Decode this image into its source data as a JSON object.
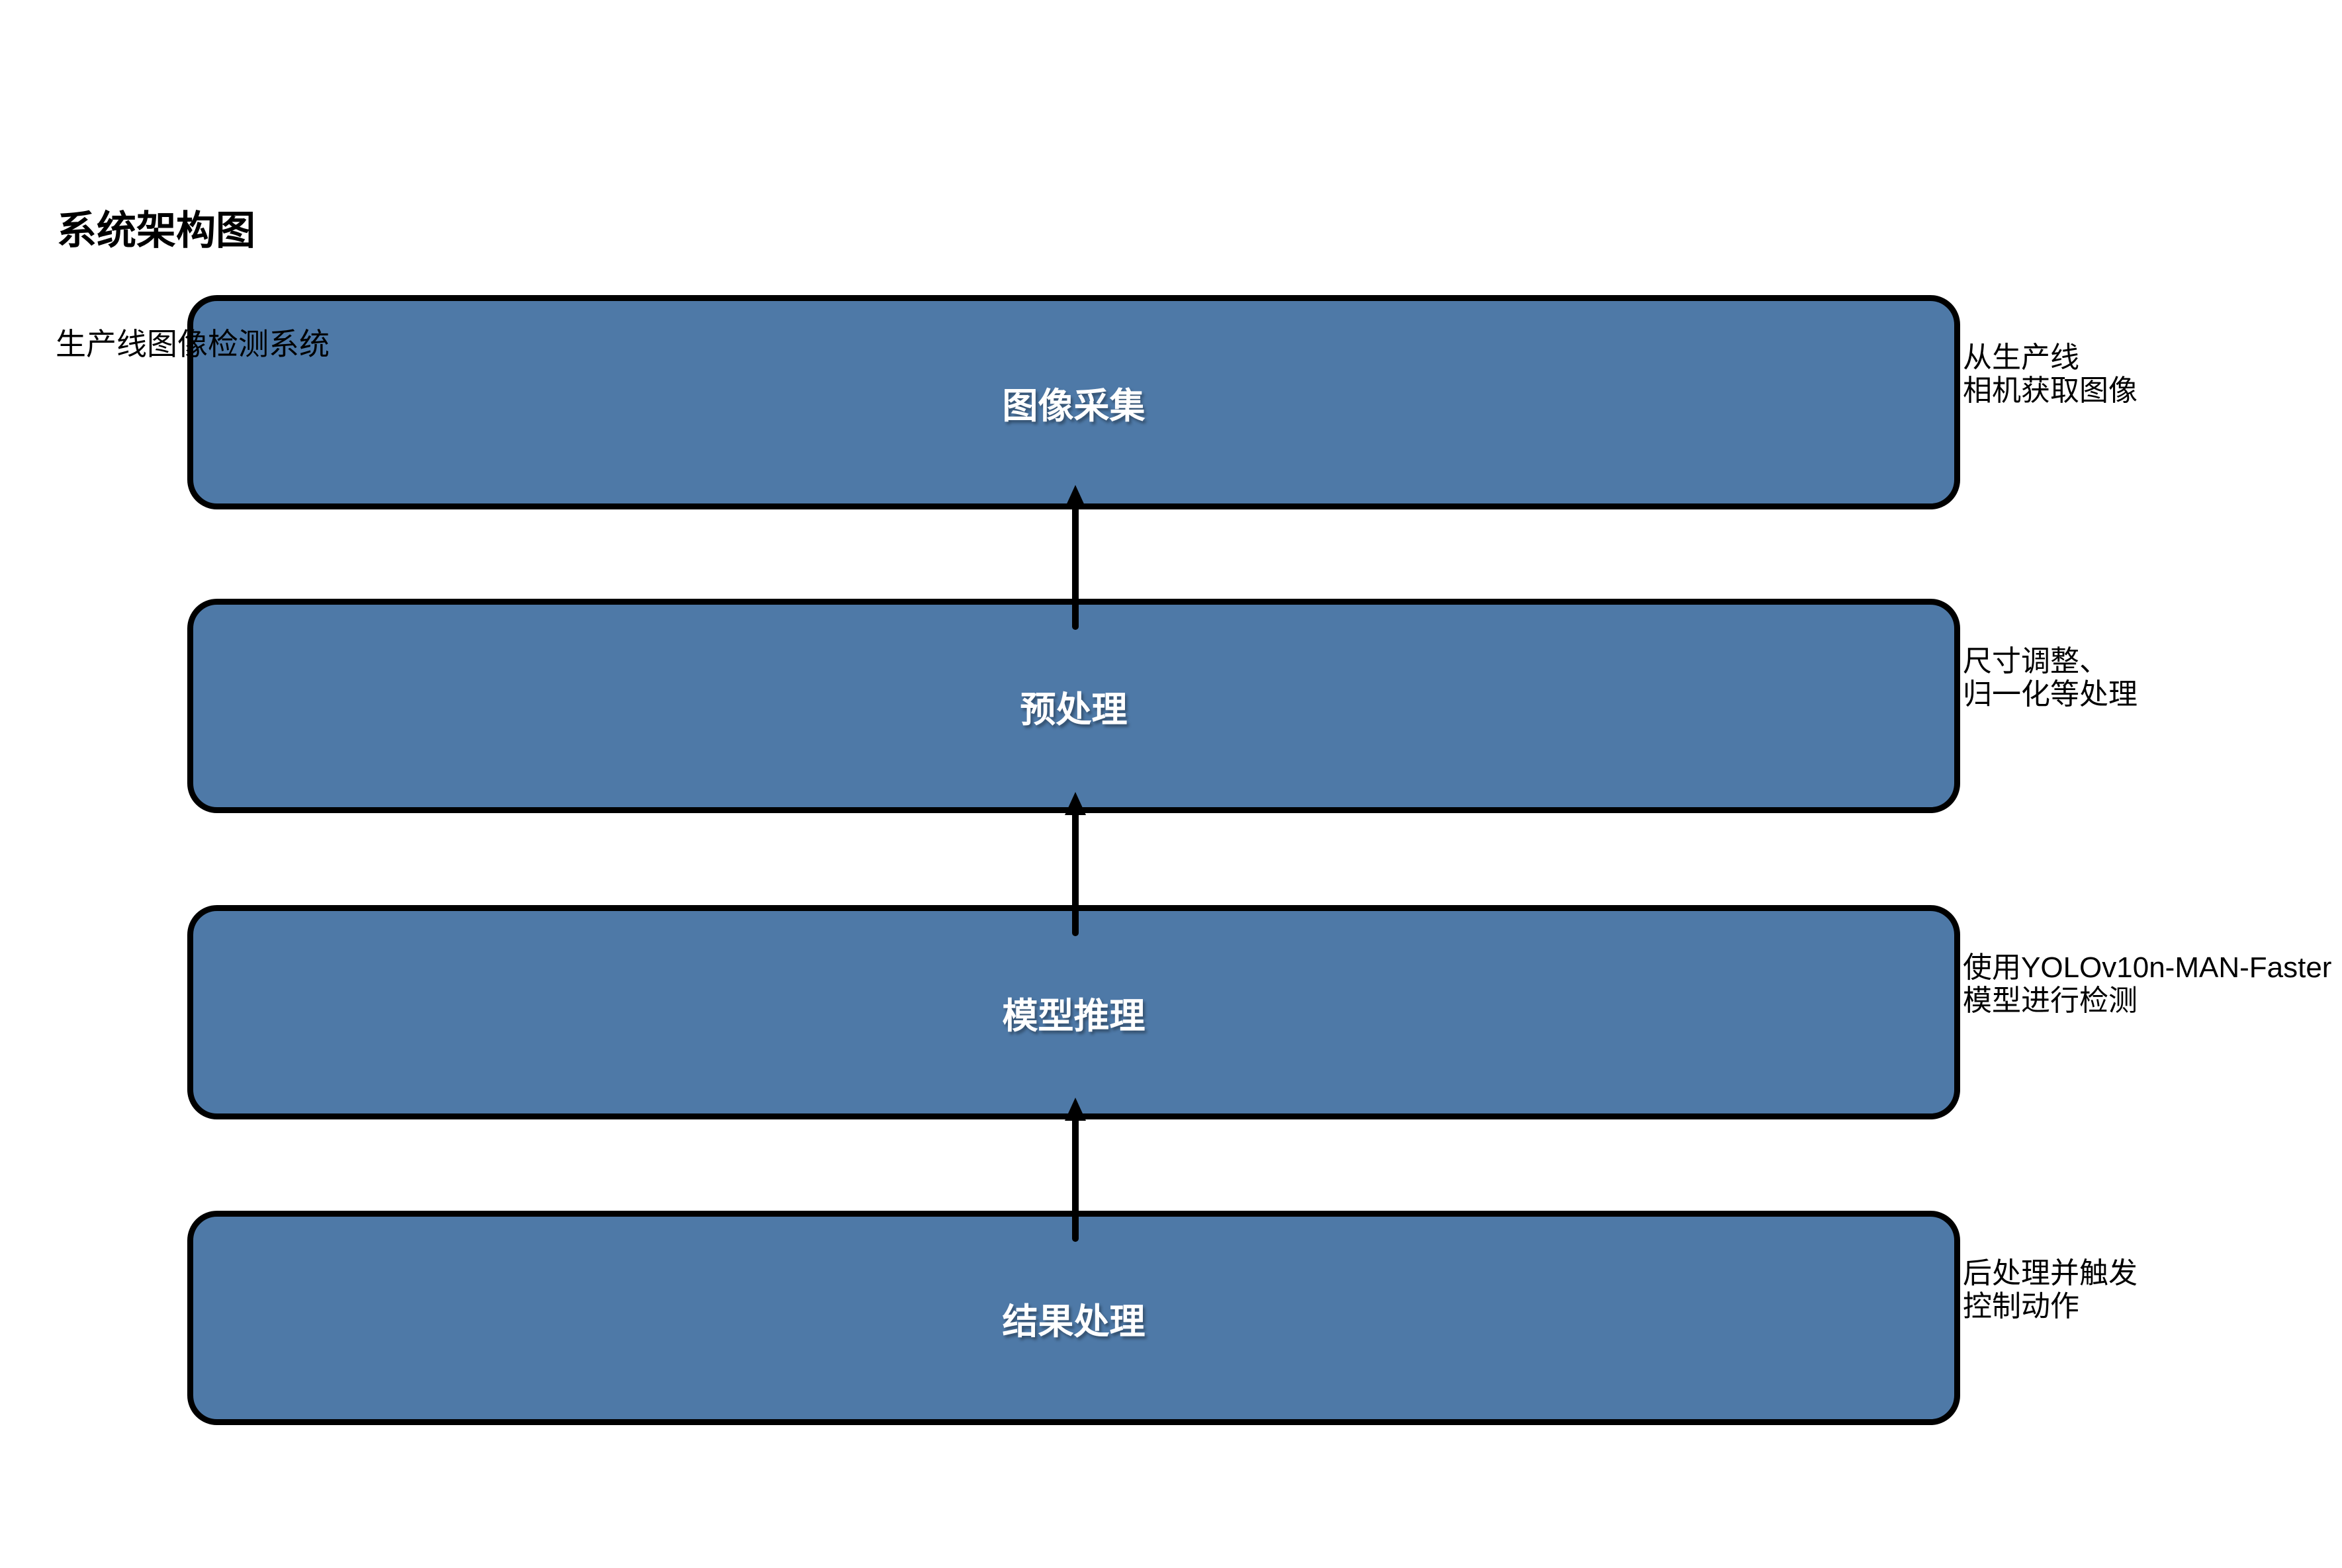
{
  "header": {
    "title": "系统架构图",
    "subtitle": "生产线图像检测系统"
  },
  "colors": {
    "background": "#FFFFFF",
    "box_fill": "#4E79A7",
    "box_border": "#000000",
    "box_label_text": "#FFFFFF",
    "annotation_text": "#000000",
    "arrow": "#000000"
  },
  "flow": {
    "direction": "bottom-to-top",
    "stages": [
      {
        "label": "图像采集",
        "note_lines": [
          "从生产线",
          "相机获取图像"
        ]
      },
      {
        "label": "预处理",
        "note_lines": [
          "尺寸调整、",
          "归一化等处理"
        ]
      },
      {
        "label": "模型推理",
        "note_lines": [
          "使用YOLOv10n-MAN-Faster",
          "模型进行检测"
        ]
      },
      {
        "label": "结果处理",
        "note_lines": [
          "后处理并触发",
          "控制动作"
        ]
      }
    ]
  }
}
